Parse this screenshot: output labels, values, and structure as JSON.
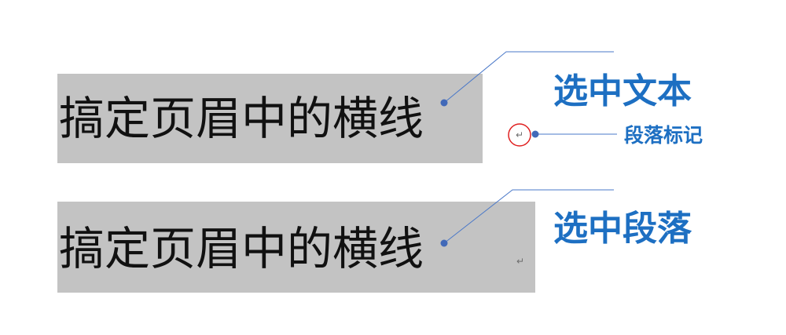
{
  "samples": {
    "selected_text": {
      "content": "搞定页眉中的横线",
      "paragraph_mark": "↵"
    },
    "selected_paragraph": {
      "content": "搞定页眉中的横线",
      "paragraph_mark": "↵"
    }
  },
  "callouts": {
    "select_text": "选中文本",
    "paragraph_mark": "段落标记",
    "select_paragraph": "选中段落"
  },
  "colors": {
    "selection": "#c3c3c3",
    "callout_text": "#1d6fc2",
    "leader_line": "#4a78c8",
    "highlight_circle": "#e02020",
    "paragraph_mark": "#6c6c6c"
  },
  "icons": {
    "leader_dot": "filled-circle",
    "mark_highlight": "circle-outline"
  }
}
